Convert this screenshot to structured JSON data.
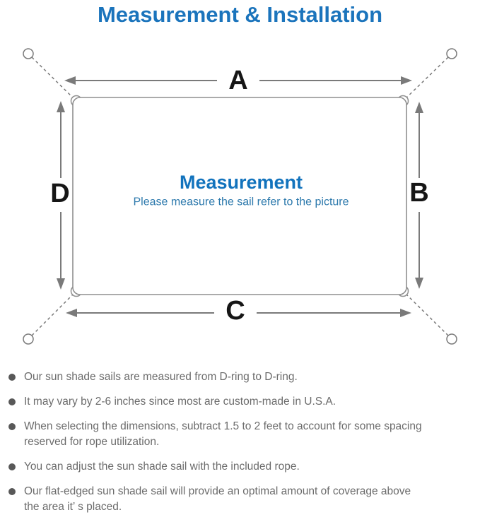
{
  "page_title": "Measurement & Installation",
  "diagram": {
    "dimension_labels": {
      "top": "A",
      "right": "B",
      "bottom": "C",
      "left": "D"
    },
    "center_heading": "Measurement",
    "center_subheading": "Please measure the sail refer to the picture"
  },
  "notes": [
    "Our sun shade sails are measured from D-ring to D-ring.",
    "It may vary by 2-6 inches since most are custom-made in U.S.A.",
    "When selecting the dimensions, subtract 1.5 to 2 feet to account for some spacing\nreserved for rope utilization.",
    "You can adjust the sun shade sail with the included rope.",
    "Our flat-edged sun shade sail will provide an optimal amount of coverage above\nthe area it’ s placed."
  ],
  "colors": {
    "title_blue": "#1b74bc",
    "center_heading_blue": "#1273bd",
    "center_subheading_blue": "#2e7aad",
    "note_text_gray": "#6c6c6c",
    "diagram_line_gray": "#7a7a7a",
    "sail_outline_gray": "#8f8f8f",
    "dimension_label_black": "#161616"
  }
}
